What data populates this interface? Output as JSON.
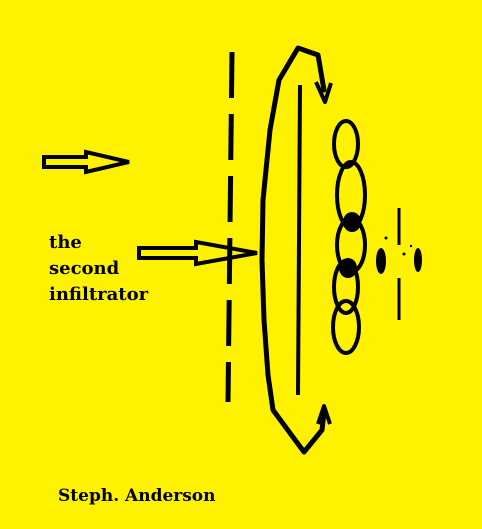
{
  "colors": {
    "background": "#fff200",
    "ink": "#000000"
  },
  "caption": {
    "line1": "the",
    "line2": "second",
    "line3": "infiltrator"
  },
  "signature": "Steph. Anderson"
}
